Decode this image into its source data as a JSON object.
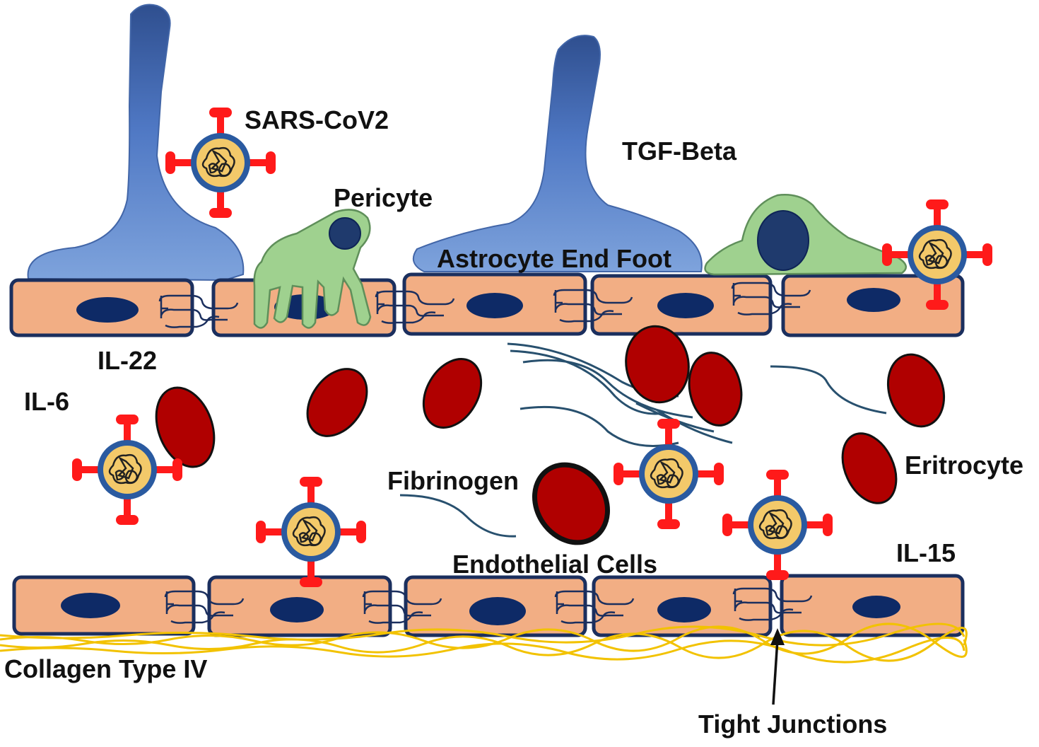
{
  "labels": {
    "sars_cov2": "SARS-CoV2",
    "tgf_beta": "TGF-Beta",
    "pericyte": "Pericyte",
    "astrocyte_end_foot": "Astrocyte End Foot",
    "il_22": "IL-22",
    "il_6": "IL-6",
    "eritrocyte": "Eritrocyte",
    "fibrinogen": "Fibrinogen",
    "endothelial_cells": "Endothelial Cells",
    "il_15": "IL-15",
    "collagen_type_iv": "Collagen Type IV",
    "tight_junctions": "Tight Junctions"
  },
  "colors": {
    "endothelial_fill": "#f2ae84",
    "cell_border": "#1b2f5e",
    "nucleus": "#0e2a66",
    "astrocyte": "#5e83c8",
    "pericyte": "#9fd18f",
    "erythrocyte": "#b00000",
    "virus_spike": "#ff1a1a",
    "virus_core": "#f3c96a",
    "collagen": "#f2c200",
    "fibrinogen": "#28506e"
  }
}
